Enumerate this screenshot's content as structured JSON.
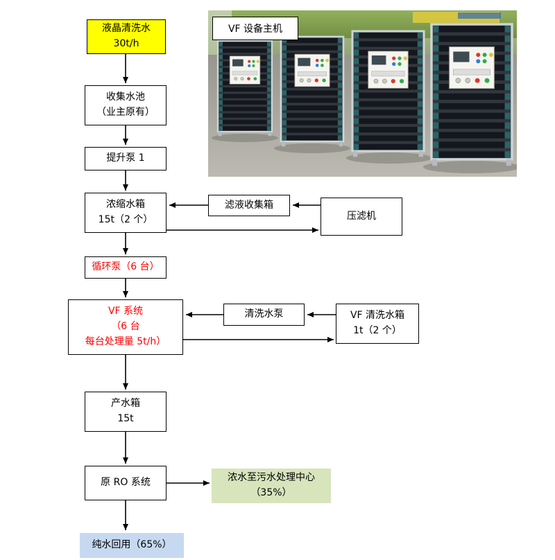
{
  "photo": {
    "caption": "VF 设备主机"
  },
  "flow": {
    "lcd": {
      "lines": [
        "液晶清洗水",
        "30t/h"
      ],
      "bg": "#ffff00"
    },
    "pool": {
      "lines": [
        "收集水池",
        "（业主原有）"
      ]
    },
    "pump1": {
      "lines": [
        "提升泵 1"
      ]
    },
    "conc": {
      "lines": [
        "浓缩水箱",
        "15t（2 个）"
      ]
    },
    "filtrate": {
      "lines": [
        "滤液收集箱"
      ]
    },
    "press": {
      "lines": [
        "压滤机"
      ]
    },
    "circ": {
      "lines": [
        "循环泵（6 台）"
      ],
      "color": "#ff0000"
    },
    "vf": {
      "lines": [
        "VF 系统",
        "（6 台",
        "每台处理量 5t/h）"
      ],
      "color": "#ff0000"
    },
    "washpump": {
      "lines": [
        "清洗水泵"
      ]
    },
    "washtank": {
      "lines": [
        "VF 清洗水箱",
        "1t（2 个）"
      ]
    },
    "product": {
      "lines": [
        "产水箱",
        "15t"
      ]
    },
    "ro": {
      "lines": [
        "原 RO 系统"
      ]
    },
    "sewage": {
      "lines": [
        "浓水至污水处理中心",
        "（35%）"
      ],
      "bg": "#d7e4bc"
    },
    "pure": {
      "lines": [
        "纯水回用（65%）"
      ],
      "bg": "#c6d9f1"
    }
  },
  "colors": {
    "highlight_yellow": "#ffff00",
    "highlight_green": "#d7e4bc",
    "highlight_blue": "#c6d9f1",
    "red_text": "#ff0000",
    "line_black": "#000000"
  }
}
